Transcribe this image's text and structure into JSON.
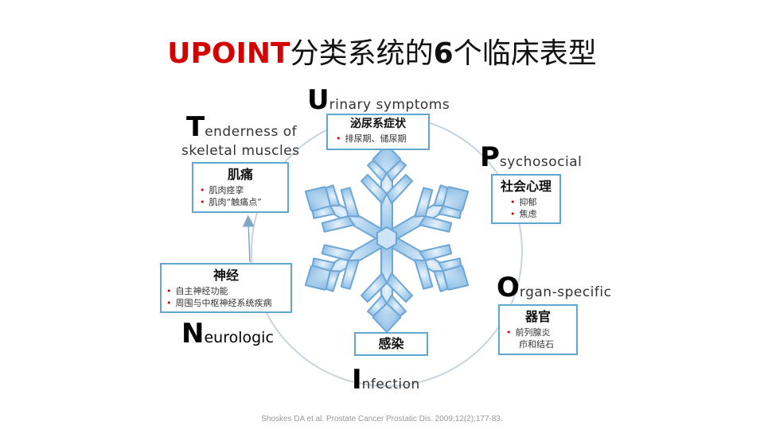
{
  "title": {
    "prefix": "UPOINT",
    "middle": "分类系统的",
    "number": "6",
    "suffix": "个临床表型"
  },
  "categories": {
    "urinary": {
      "letter": "U",
      "rest": "rinary symptoms",
      "box_title": "泌尿系症状",
      "items": [
        "排尿期、储尿期"
      ]
    },
    "psychosocial": {
      "letter": "P",
      "rest": "sychosocial",
      "box_title": "社会心理",
      "items": [
        "抑郁",
        "焦虑"
      ]
    },
    "organ": {
      "letter": "O",
      "rest": "rgan-specific",
      "box_title": "器官",
      "items": [
        "前列腺炎",
        "疖和结石"
      ]
    },
    "infection": {
      "letter": "I",
      "rest": "nfection",
      "box_title": "感染",
      "items": []
    },
    "neurologic": {
      "letter": "N",
      "rest": "eurologic",
      "box_title": "神经",
      "items": [
        "自主神经功能",
        "周围与中枢神经系统疾病"
      ]
    },
    "tenderness": {
      "letter": "T",
      "rest": "enderness of",
      "rest2": "skeletal muscles",
      "box_title": "肌痛",
      "items": [
        "肌肉痉挛",
        "肌肉“触痛点”"
      ]
    }
  },
  "citation": "Shoskes DA et al. Prostate Cancer Prostatic Dis. 2009;12(2);177-83.",
  "colors": {
    "accent": "#d40000",
    "box_border": "#5fa7cf",
    "snowflake": "#a9cfec",
    "cycle": "#c8d3dc"
  },
  "icons": [
    "snowflake-icon",
    "cycle-arrow-icon"
  ]
}
